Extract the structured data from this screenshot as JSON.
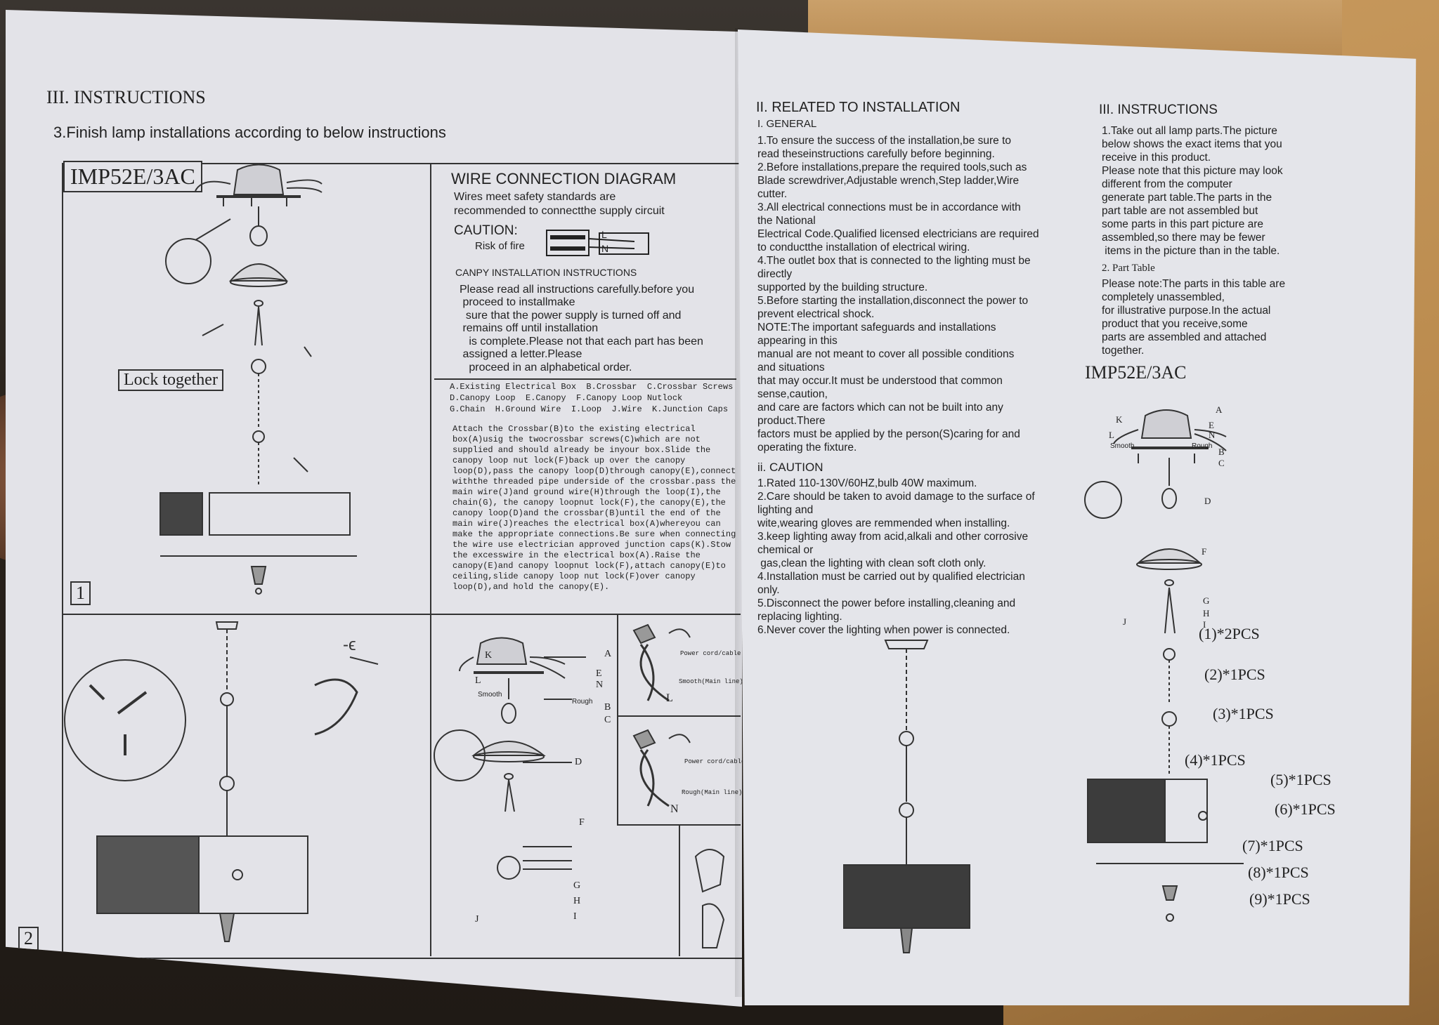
{
  "left_page": {
    "section_header": "III. INSTRUCTIONS",
    "subheader": "3.Finish lamp installations according to below instructions",
    "model": "IMP52E/3AC",
    "lock_label": "Lock together",
    "step_numbers": [
      "1",
      "2"
    ],
    "wire_diagram": {
      "title": "WIRE CONNECTION DIAGRAM",
      "lines": [
        "Wires meet safety standards are",
        "recommended to connectthe supply circuit"
      ],
      "caution_label": "CAUTION:",
      "risk_label": "Risk of fire",
      "L": "L",
      "N": "N"
    },
    "canopy": {
      "title": "CANPY INSTALLATION INSTRUCTIONS",
      "lines": [
        "Please read all instructions carefully.before you",
        " proceed to installmake",
        "  sure that the power supply is turned off and",
        " remains off until installation",
        "   is complete.Please not that each part has been",
        " assigned a letter.Please",
        "   proceed in an alphabetical order."
      ]
    },
    "parts_list": [
      "A.Existing Electrical Box  B.Crossbar  C.Crossbar Screws",
      "D.Canopy Loop  E.Canopy  F.Canopy Loop Nutlock",
      "G.Chain  H.Ground Wire  I.Loop  J.Wire  K.Junction Caps"
    ],
    "paragraph": [
      "Attach the Crossbar(B)to the existing electrical",
      "box(A)usig the twocrossbar screws(C)which are not",
      "supplied and should already be inyour box.Slide the",
      "canopy loop nut lock(F)back up over the canopy",
      "loop(D),pass the canopy loop(D)through canopy(E),connect",
      "withthe threaded pipe underside of the crossbar.pass the",
      "main wire(J)and ground wire(H)through the loop(I),the",
      "chain(G), the canopy loopnut lock(F),the canopy(E),the",
      "canopy loop(D)and the crossbar(B)until the end of the",
      "main wire(J)reaches the electrical box(A)whereyou can",
      "make the appropriate connections.Be sure when connecting",
      "the wire use electrician approved junction caps(K).Stow",
      "the excesswire in the electrical box(A).Raise the",
      "canopy(E)and canopy loopnut lock(F),attach canopy(E)to",
      "ceiling,slide canopy loop nut lock(F)over canopy",
      "loop(D),and hold the canopy(E)."
    ],
    "diagram_letters": {
      "A": "A",
      "B": "B",
      "C": "C",
      "D": "D",
      "E": "E",
      "F": "F",
      "G": "G",
      "H": "H",
      "I": "I",
      "J": "J",
      "K": "K",
      "L": "L",
      "N": "N",
      "smooth": "Smooth",
      "rough": "Rough"
    },
    "wire_panel": {
      "power1": "Power cord/cable",
      "smooth_main": "Smooth(Main line)",
      "power2": "Power cord/cable",
      "rough_main": "Rough(Main line)",
      "L": "L",
      "N": "N"
    }
  },
  "right_page": {
    "col1": {
      "title": "II. RELATED TO INSTALLATION",
      "sub": "I. GENERAL",
      "lines": [
        "1.To ensure the success of the installation,be sure to",
        "read theseinstructions carefully before beginning.",
        "2.Before installations,prepare the required tools,such as",
        "Blade screwdriver,Adjustable wrench,Step ladder,Wire",
        "cutter.",
        "3.All electrical connections must be in accordance with",
        "the National",
        "Electrical Code.Qualified licensed electricians are required",
        "to conductthe installation of electrical wiring.",
        "4.The outlet box that is connected to the lighting must be",
        "directly",
        "supported by the building structure.",
        "5.Before starting the installation,disconnect the power to",
        "prevent electrical shock.",
        "NOTE:The important safeguards and installations",
        "appearing in this",
        "manual are not meant to cover all possible conditions",
        "and situations",
        "that may occur.It must be understood that common",
        "sense,caution,",
        "and care are factors which can not be built into any",
        "product.There",
        "factors must be applied by the person(S)caring for and",
        "operating the fixture."
      ],
      "caution_title": "ii. CAUTION",
      "caution_lines": [
        "1.Rated 110-130V/60HZ,bulb 40W maximum.",
        "2.Care should be taken to avoid damage to the surface of",
        "lighting and",
        "wite,wearing gloves are remmended when installing.",
        "3.keep lighting away from acid,alkali and other corrosive",
        "chemical or",
        " gas,clean the lighting with clean soft cloth only.",
        "4.Installation must be carried out by qualified electrician",
        "only.",
        "5.Disconnect the power before installing,cleaning and",
        "replacing lighting.",
        "6.Never cover the lighting when power is connected."
      ]
    },
    "col2": {
      "title": "III. INSTRUCTIONS",
      "lines": [
        "1.Take out all lamp parts.The picture",
        "below shows the exact items that you",
        "receive in this product.",
        "Please note that this picture may look",
        "different from the computer",
        "generate part table.The parts in the",
        "part table are not assembled but",
        "some parts in this part picture are",
        "assembled,so there may be fewer",
        " items in the picture than in the table."
      ],
      "part_table": "2. Part Table",
      "note_lines": [
        "Please note:The parts in this table are",
        "completely unassembled,",
        "for illustrative purpose.In the actual",
        "product that you receive,some",
        "parts are assembled and attached",
        "together."
      ],
      "model": "IMP52E/3AC",
      "letters": {
        "A": "A",
        "B": "B",
        "C": "C",
        "D": "D",
        "E": "E",
        "F": "F",
        "G": "G",
        "H": "H",
        "I": "I",
        "J": "J",
        "K": "K",
        "L": "L",
        "N": "N",
        "smooth": "Smooth",
        "rough": "Rough"
      },
      "pcs": [
        "(1)*2PCS",
        "(2)*1PCS",
        "(3)*1PCS",
        "(4)*1PCS",
        "(5)*1PCS",
        "(6)*1PCS",
        "(7)*1PCS",
        "(8)*1PCS",
        "(9)*1PCS"
      ]
    }
  }
}
